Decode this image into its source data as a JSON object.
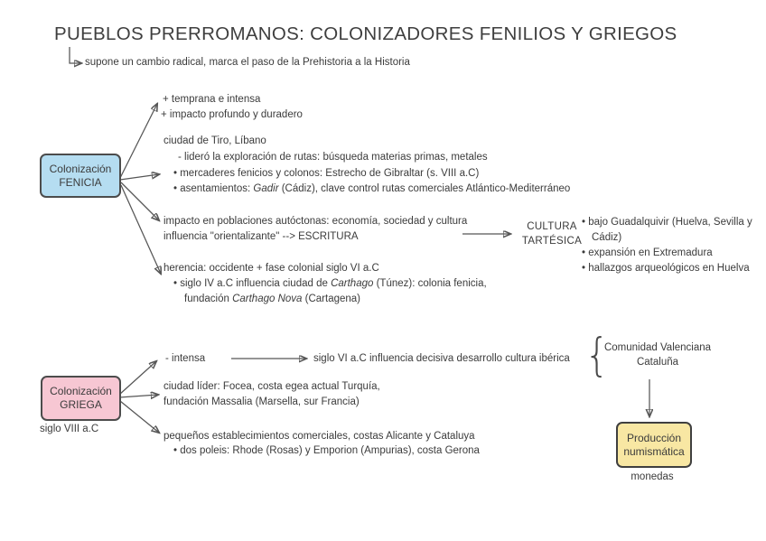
{
  "title": "PUEBLOS PRERROMANOS: COLONIZADORES FENILIOS Y GRIEGOS",
  "subtitle": "supone un cambio radical, marca el paso de la Prehistoria a la Historia",
  "colors": {
    "fenicia_box": "#b5ddf1",
    "griega_box": "#f7c7d3",
    "numismatica_box": "#f8e7a3",
    "ink": "#3b3b3b",
    "arrow": "#565656"
  },
  "fenicia": {
    "box": {
      "line1": "Colonización",
      "line2": "FENICIA"
    },
    "traits": {
      "line1": "+ temprana e intensa",
      "line2": "+ impacto profundo y duradero"
    },
    "tiro": {
      "header": "ciudad de Tiro, Líbano",
      "dash_item": "- lideró la exploración de rutas: búsqueda materias primas, metales",
      "bullet1": "• mercaderes fenicios y colonos: Estrecho de Gibraltar (s. VIII a.C)",
      "bullet2_runs": [
        {
          "t": "• asentamientos: "
        },
        {
          "t": "Gadir",
          "i": true
        },
        {
          "t": " (Cádiz), clave control rutas comerciales Atlántico-Mediterráneo"
        }
      ]
    },
    "impacto": {
      "line1": "impacto en poblaciones autóctonas: economía, sociedad y cultura",
      "line2": "influencia \"orientalizante\" --> ESCRITURA"
    },
    "herencia": {
      "line1": "herencia: occidente + fase colonial siglo VI a.C",
      "bullet_runs": [
        {
          "t": "• siglo IV a.C influencia ciudad de "
        },
        {
          "t": "Carthago",
          "i": true
        },
        {
          "t": " (Túnez): colonia fenicia,"
        }
      ],
      "bullet_cont_runs": [
        {
          "t": "fundación "
        },
        {
          "t": "Carthago Nova",
          "i": true
        },
        {
          "t": " (Cartagena)"
        }
      ]
    }
  },
  "tartesica": {
    "line1": "CULTURA",
    "line2": "TARTÉSICA",
    "bullets": [
      "• bajo Guadalquivir (Huelva, Sevilla y Cádiz)",
      "• expansión en Extremadura",
      "• hallazgos arqueológicos en Huelva"
    ]
  },
  "griega": {
    "box": {
      "line1": "Colonización",
      "line2": "GRIEGA"
    },
    "caption": "siglo VIII a.C",
    "intensa": "- intensa",
    "intensa_target": "siglo VI a.C influencia decisiva desarrollo cultura ibérica",
    "focea": {
      "line1": "ciudad líder: Focea, costa egea actual Turquía,",
      "line2": "fundación Massalia (Marsella, sur Francia)"
    },
    "establecimientos": {
      "line1": "pequeños establecimientos comerciales, costas Alicante y Cataluya",
      "bullet": "• dos poleis: Rhode (Rosas) y Emporion (Ampurias), costa Gerona"
    }
  },
  "regions": {
    "brace": "{",
    "line1": "Comunidad Valenciana",
    "line2": "Cataluña"
  },
  "numismatica": {
    "box": {
      "line1": "Producción",
      "line2": "numismática"
    },
    "caption": "monedas"
  }
}
